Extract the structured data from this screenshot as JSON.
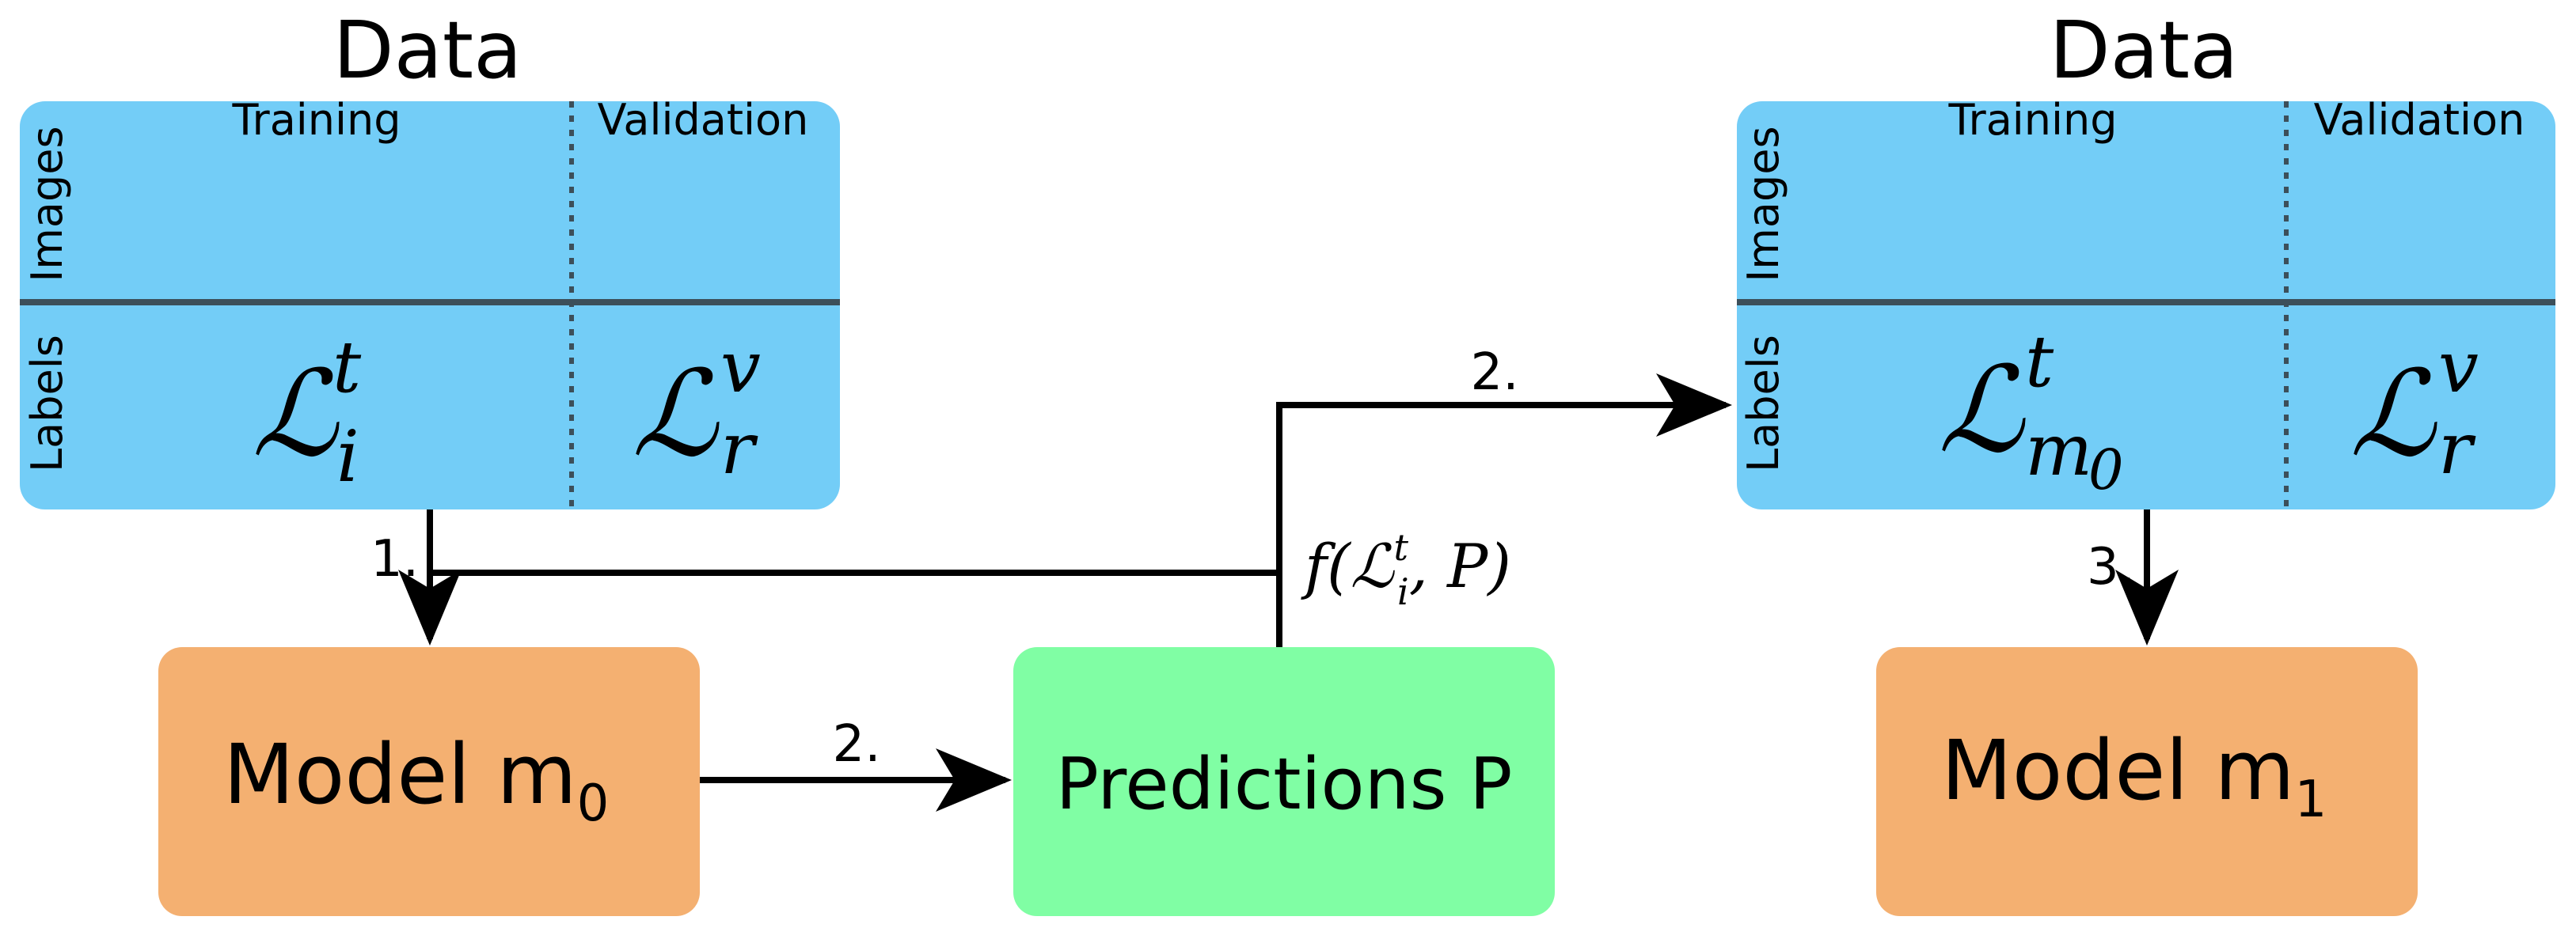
{
  "left_data": {
    "title": "Data",
    "col_training": "Training",
    "col_validation": "Validation",
    "row_images": "Images",
    "row_labels": "Labels",
    "label_training_main": "ℒ",
    "label_training_sup": "t",
    "label_training_sub": "i",
    "label_validation_main": "ℒ",
    "label_validation_sup": "v",
    "label_validation_sub": "r"
  },
  "right_data": {
    "title": "Data",
    "col_training": "Training",
    "col_validation": "Validation",
    "row_images": "Images",
    "row_labels": "Labels",
    "label_training_main": "ℒ",
    "label_training_sup": "t",
    "label_training_sub": "m",
    "label_training_subsub": "0",
    "label_validation_main": "ℒ",
    "label_validation_sup": "v",
    "label_validation_sub": "r"
  },
  "model_m0": {
    "label": "Model m",
    "subscript": "0"
  },
  "predictions": {
    "label": "Predictions P"
  },
  "model_m1": {
    "label": "Model m",
    "subscript": "1"
  },
  "steps": {
    "step1": "1.",
    "step2_model_to_pred": "2.",
    "step2_to_data": "2.",
    "step3": "3."
  },
  "function_label": {
    "f": "f",
    "open": "(",
    "L": "ℒ",
    "sup": "t",
    "sub": "i",
    "rest": ", P)"
  },
  "colors": {
    "data_box": "#73cdf7",
    "model_box": "#f4b071",
    "predictions_box": "#80fea4",
    "divider": "#3c4f5a",
    "arrow": "#000000"
  }
}
